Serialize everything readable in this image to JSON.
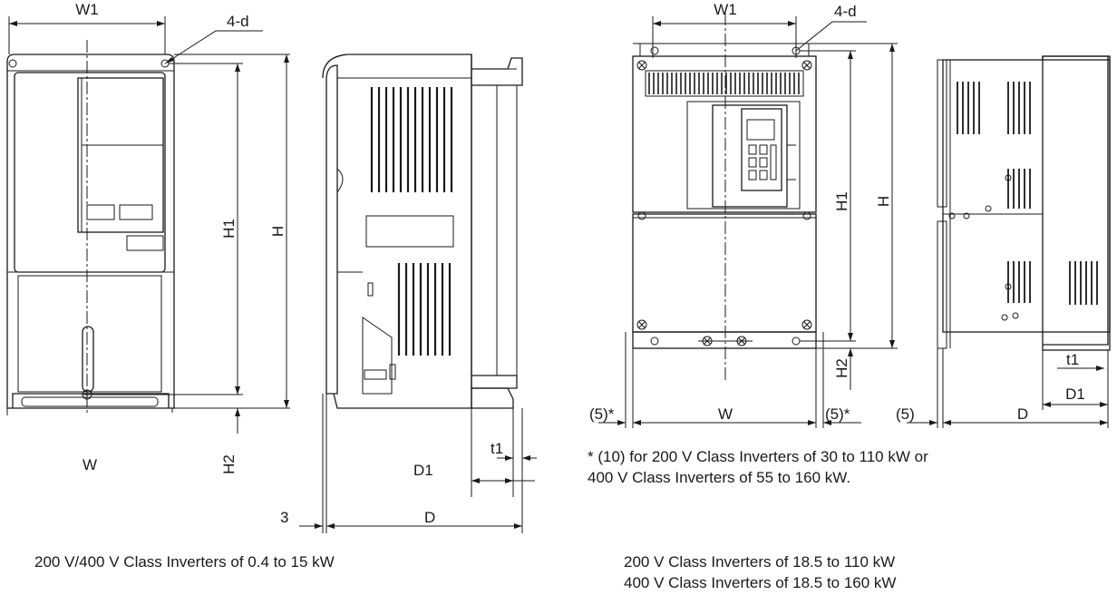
{
  "dims": {
    "W1_left": "W1",
    "d_left": "4-d",
    "H1_left": "H1",
    "H_left": "H",
    "H2_left": "H2",
    "W_left": "W",
    "D1_left": "D1",
    "t1_left": "t1",
    "three": "3",
    "D_left": "D",
    "W1_right": "W1",
    "d_right": "4-d",
    "H1_right": "H1",
    "H_right": "H",
    "H2_right": "H2",
    "five_star_left": "(5)*",
    "W_right": "W",
    "five_star_right": "(5)*",
    "five": "(5)",
    "D_right": "D",
    "t1_right": "t1",
    "D1_right": "D1"
  },
  "footnote": {
    "line1": "* (10) for 200 V Class Inverters of 30 to 110 kW or",
    "line2": "400 V Class Inverters of 55 to 160 kW."
  },
  "captions": {
    "left": "200 V/400 V Class Inverters of 0.4 to 15 kW",
    "right_line1": "200 V Class Inverters of 18.5 to 110 kW",
    "right_line2": "400 V Class Inverters of 18.5 to 160 kW"
  }
}
